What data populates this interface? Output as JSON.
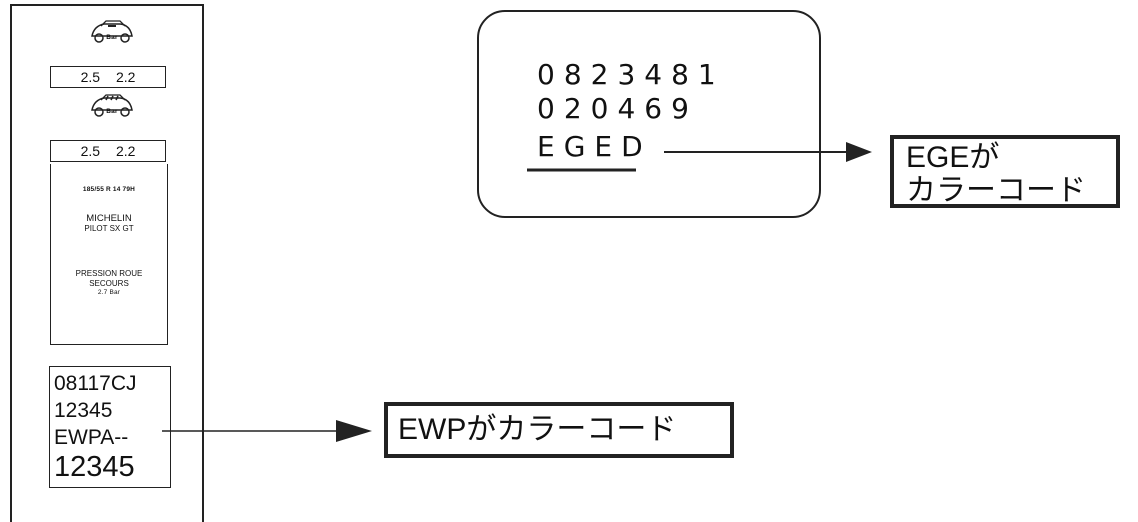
{
  "placard": {
    "car_label": "Bar",
    "front_pressures": [
      "2.5",
      "2.2"
    ],
    "rear_pressures": [
      "2.5",
      "2.2"
    ],
    "tyre_size": "185/55 R 14 79H",
    "brand": "MICHELIN",
    "model": "PILOT SX GT",
    "spare_line1": "PRESSION ROUE",
    "spare_line2": "SECOURS",
    "spare_line3": "2.7 Bar",
    "code_lines": [
      "08117CJ",
      "12345",
      "EWPA--",
      "12345"
    ]
  },
  "panel": {
    "lines": [
      "0823481",
      "020469",
      "EGED"
    ]
  },
  "callouts": {
    "top_line1": "EGEが",
    "top_line2": "カラーコード",
    "bottom": "EWPがカラーコード"
  }
}
